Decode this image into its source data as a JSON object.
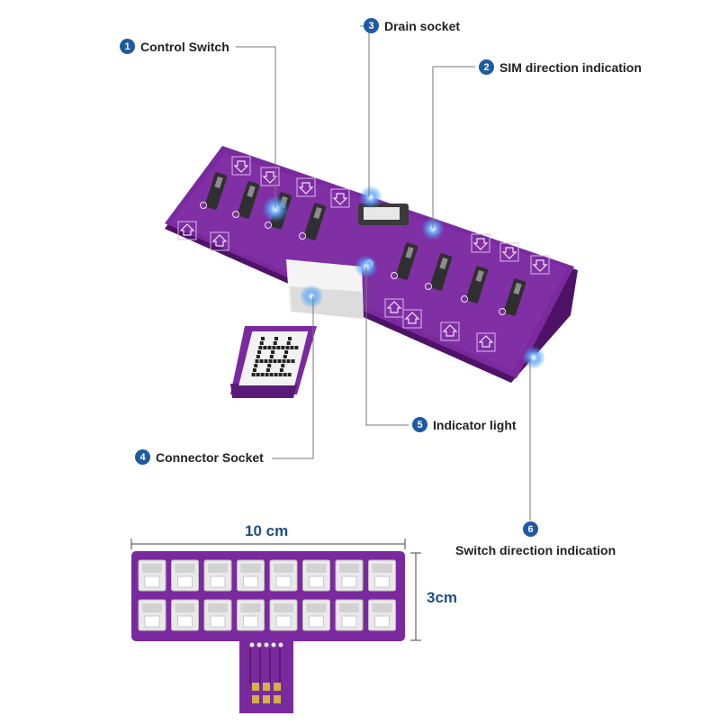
{
  "callouts": [
    {
      "num": "1",
      "label": "Control Switch"
    },
    {
      "num": "2",
      "label": "SIM direction indication"
    },
    {
      "num": "3",
      "label": "Drain socket"
    },
    {
      "num": "4",
      "label": "Connector Socket"
    },
    {
      "num": "5",
      "label": "Indicator light"
    },
    {
      "num": "6",
      "label": "Switch direction indication"
    }
  ],
  "dimensions": {
    "width": "10 cm",
    "height": "3cm"
  },
  "colors": {
    "board": "#7a2a9e",
    "board_dark": "#4e1366",
    "board_light": "#9440b8",
    "accent": "#1d5aa0",
    "dimension_text": "#1d4f8a",
    "glow": "#3a8ff0"
  }
}
